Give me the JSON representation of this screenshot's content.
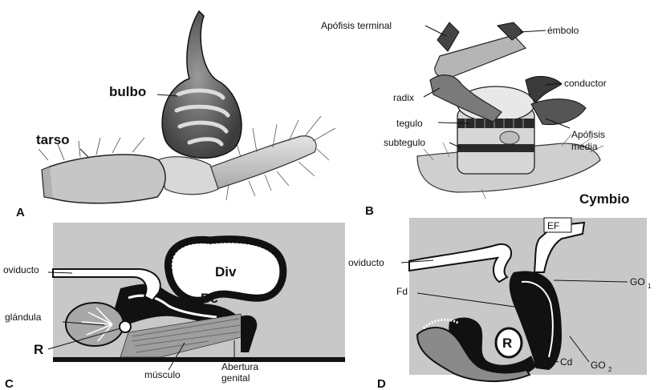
{
  "panels": [
    {
      "letter": "A",
      "labels": {
        "bulbo": "bulbo",
        "tarso": "tarso"
      }
    },
    {
      "letter": "B",
      "labels": {
        "apofisis_terminal": "Apófisis terminal",
        "embolo": "émbolo",
        "conductor": "conductor",
        "radix": "radix",
        "tegulo": "tegulo",
        "subtegulo": "subtegulo",
        "apofisis_media_1": "Apófisis",
        "apofisis_media_2": "media",
        "cymbio": "Cymbio"
      }
    },
    {
      "letter": "C",
      "labels": {
        "oviducto": "oviducto",
        "div": "Div",
        "bc": "Bc",
        "glandula": "glándula",
        "r": "R",
        "musculo": "músculo",
        "abertura_1": "Abertura",
        "abertura_2": "genital"
      }
    },
    {
      "letter": "D",
      "labels": {
        "ef": "EF",
        "oviducto": "oviducto",
        "fd": "Fd",
        "go1": "GO",
        "go1_sub": "1",
        "r": "R",
        "cd": "Cd",
        "go2": "GO",
        "go2_sub": "2"
      }
    }
  ]
}
